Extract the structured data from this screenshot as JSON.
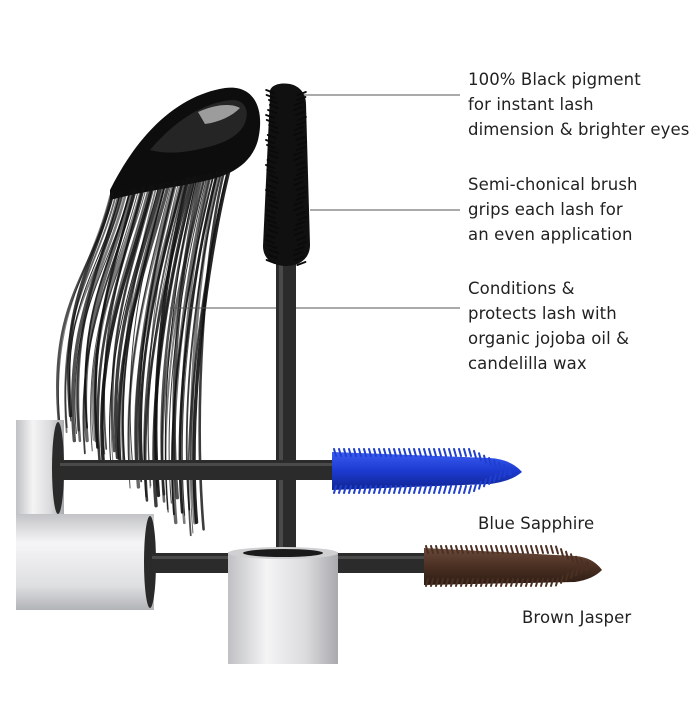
{
  "features": [
    {
      "lines": [
        "100% Black pigment",
        "for instant lash",
        "dimension & brighter eyes"
      ]
    },
    {
      "lines": [
        "Semi-chonical brush",
        "grips each lash for",
        "an even application"
      ]
    },
    {
      "lines": [
        "Conditions &",
        "protects lash with",
        "organic jojoba oil &",
        "candelilla wax"
      ]
    }
  ],
  "shades": [
    {
      "name": "Blue Sapphire",
      "color": "#1f3fd0"
    },
    {
      "name": "Brown Jasper",
      "color": "#4a2f22"
    }
  ],
  "colors": {
    "black_mascara": "#0d0d0d",
    "wand_rod": "#2b2b2b",
    "cap_silver": "#e6e6e8",
    "leader_line": "#555555"
  }
}
